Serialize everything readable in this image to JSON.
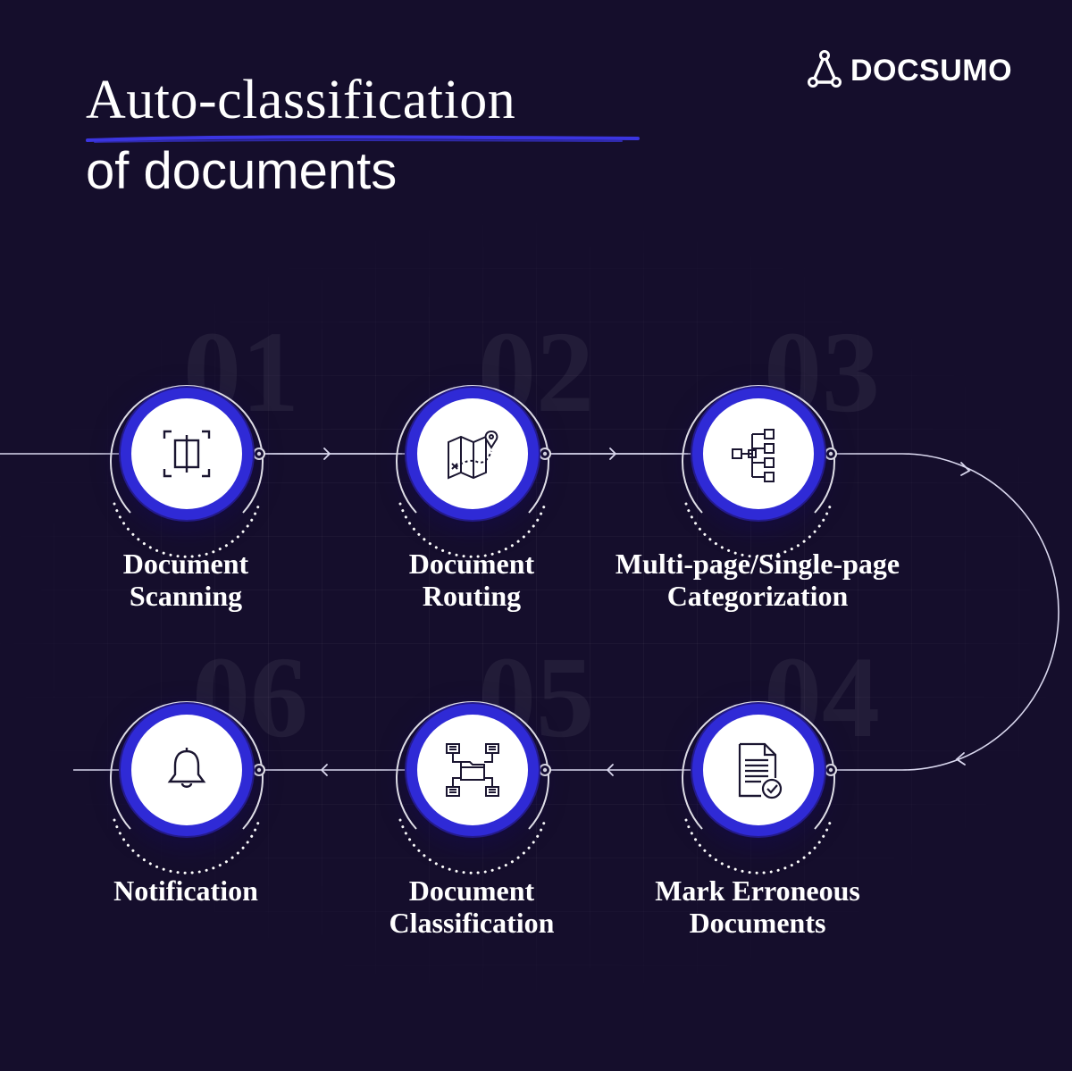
{
  "brand": {
    "name": "DOCSUMO",
    "icon": "docsumo-logo-icon"
  },
  "heading": {
    "title": "Auto-classification",
    "subtitle": "of documents"
  },
  "colors": {
    "background": "#150e2c",
    "accent": "#2f2ad6",
    "node_fill": "#ffffff",
    "text": "#ffffff"
  },
  "steps": [
    {
      "number": "01",
      "label_line1": "Document",
      "label_line2": "Scanning",
      "icon": "scan-icon"
    },
    {
      "number": "02",
      "label_line1": "Document",
      "label_line2": "Routing",
      "icon": "map-route-icon"
    },
    {
      "number": "03",
      "label_line1": "Multi-page/Single-page",
      "label_line2": "Categorization",
      "icon": "hierarchy-icon"
    },
    {
      "number": "04",
      "label_line1": "Mark Erroneous",
      "label_line2": "Documents",
      "icon": "document-check-icon"
    },
    {
      "number": "05",
      "label_line1": "Document",
      "label_line2": "Classification",
      "icon": "folder-network-icon"
    },
    {
      "number": "06",
      "label_line1": "Notification",
      "label_line2": "",
      "icon": "bell-icon"
    }
  ]
}
